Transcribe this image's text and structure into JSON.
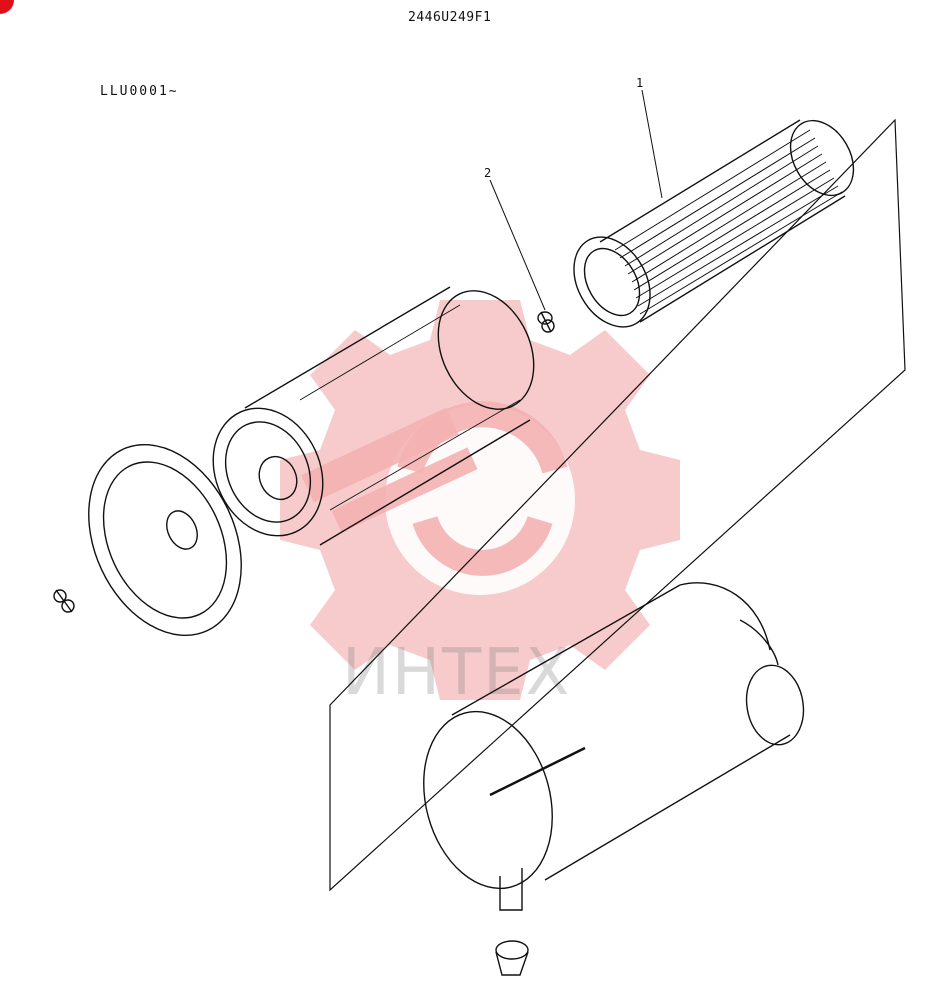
{
  "header": {
    "diagram_code": "2446U249F1"
  },
  "serial_range": "LLU0001~",
  "callouts": [
    {
      "number": "1"
    },
    {
      "number": "2"
    }
  ],
  "watermark": {
    "text": "ИНТЕХ",
    "color": "#e0101a"
  },
  "colors": {
    "line": "#111111",
    "watermark_red": "#f4b7b7",
    "watermark_text": "#9a9a9a"
  }
}
